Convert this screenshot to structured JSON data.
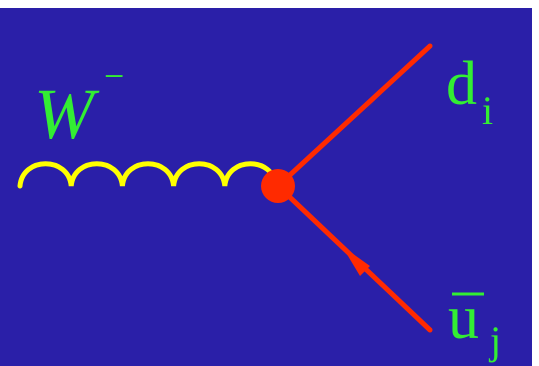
{
  "diagram": {
    "background_color": "#2a1fa8",
    "labels": {
      "boson": "W",
      "boson_charge": "−",
      "quark_top": "d",
      "quark_top_index": "i",
      "quark_bottom": "u",
      "quark_bottom_index": "j"
    },
    "colors": {
      "label": "#33ee33",
      "photon_wave": "#ffff00",
      "fermion_line": "#ff2a00",
      "vertex": "#ff2a00",
      "antiquark_bar": "#33ee33"
    },
    "elements": {
      "boson_line": "wavy",
      "fermion_lines": 2,
      "vertex_count": 1
    }
  }
}
